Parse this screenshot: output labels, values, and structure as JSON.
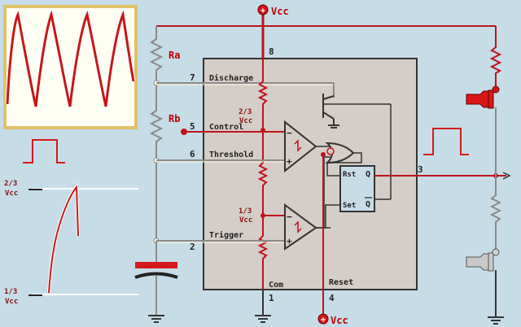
{
  "supply": {
    "top_label": "Vcc",
    "bottom_label": "Vcc"
  },
  "resistors": {
    "ra": "Ra",
    "rb": "Rb"
  },
  "pins": {
    "vcc_num": "8",
    "discharge_num": "7",
    "discharge_label": "Discharge",
    "control_num": "5",
    "control_label": "Control",
    "threshold_num": "6",
    "threshold_label": "Threshold",
    "output_num": "3",
    "trigger_num": "2",
    "trigger_label": "Trigger",
    "com_num": "1",
    "com_label": "Com",
    "reset_num": "4",
    "reset_label": "Reset"
  },
  "divider": {
    "upper_frac": "2/3",
    "upper_vcc": "Vcc",
    "lower_frac": "1/3",
    "lower_vcc": "Vcc"
  },
  "comparators": {
    "minus": "−",
    "plus": "+"
  },
  "flipflop": {
    "rst": "Rst",
    "set": "Set",
    "q": "Q",
    "qbar": "Q"
  },
  "waveform_levels": {
    "upper_frac": "2/3",
    "upper_vcc": "Vcc",
    "lower_frac": "1/3",
    "lower_vcc": "Vcc"
  },
  "colors": {
    "background": "#c6dde8",
    "chip": "#d5cdc7",
    "wire": "#8a8a8a",
    "power": "#c0121a",
    "scope_border": "#e2c166",
    "scope_fill": "#fffff4",
    "pulse": "#d41a1a"
  }
}
